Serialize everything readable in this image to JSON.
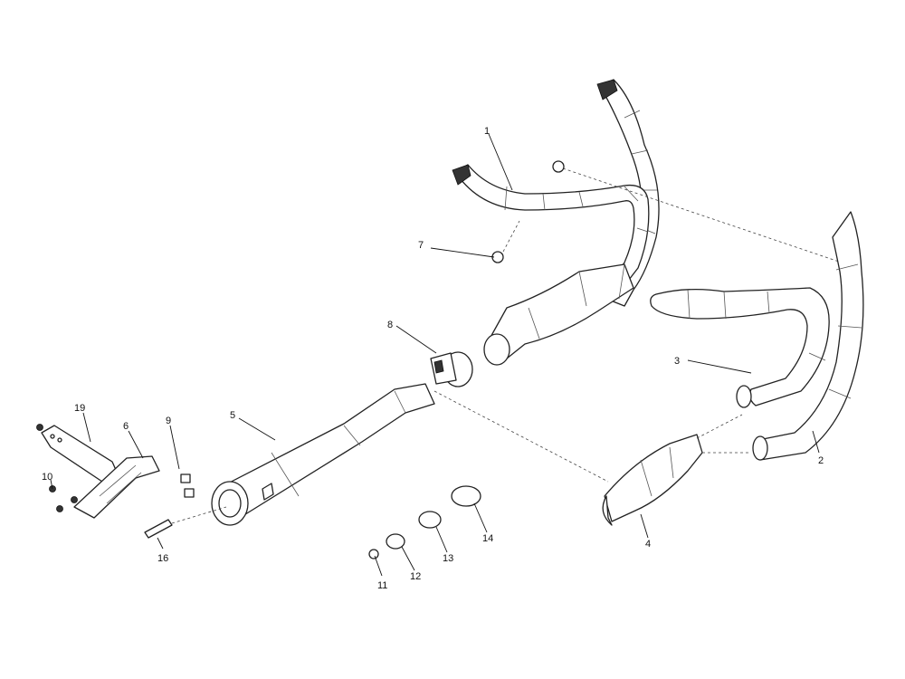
{
  "callouts": [
    {
      "id": "1",
      "label": "1"
    },
    {
      "id": "2",
      "label": "2"
    },
    {
      "id": "3",
      "label": "3"
    },
    {
      "id": "4",
      "label": "4"
    },
    {
      "id": "5",
      "label": "5"
    },
    {
      "id": "6",
      "label": "6"
    },
    {
      "id": "7",
      "label": "7"
    },
    {
      "id": "8",
      "label": "8"
    },
    {
      "id": "9",
      "label": "9"
    },
    {
      "id": "10",
      "label": "10"
    },
    {
      "id": "11",
      "label": "11"
    },
    {
      "id": "12",
      "label": "12"
    },
    {
      "id": "13",
      "label": "13"
    },
    {
      "id": "14",
      "label": "14"
    },
    {
      "id": "16",
      "label": "16"
    },
    {
      "id": "19",
      "label": "19"
    }
  ],
  "colors": {
    "line": "#222222",
    "background": "#ffffff"
  }
}
